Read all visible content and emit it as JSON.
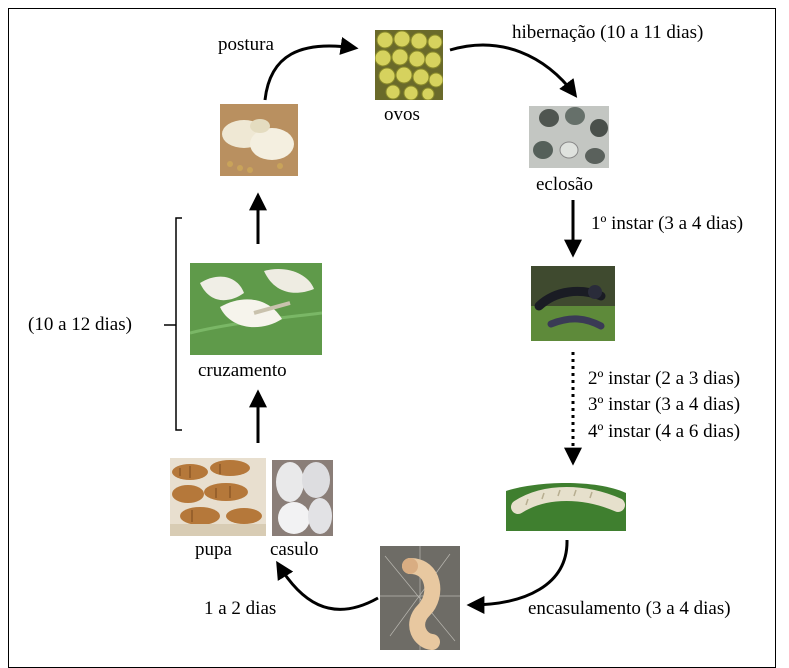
{
  "labels": {
    "postura": "postura",
    "ovos": "ovos",
    "hibernacao": "hibernação (10 a 11 dias)",
    "eclosao": "eclosão",
    "instar1": "1º instar (3 a 4 dias)",
    "instar2": "2º instar (2 a 3 dias)",
    "instar3": "3º instar (3 a 4 dias)",
    "instar4": "4º instar (4 a 6 dias)",
    "encasulamento": "encasulamento (3 a 4 dias)",
    "um_a_dois_dias": "1 a 2 dias",
    "pupa": "pupa",
    "casulo": "casulo",
    "cruzamento": "cruzamento",
    "dez_a_doze_dias": "(10 a 12 dias)"
  },
  "colors": {
    "line": "#000000",
    "egg_yellow": "#c9c64a",
    "moth_white": "#ece8dc",
    "leaf_green": "#4e8a3a",
    "pupa_brown": "#b5783a",
    "cocoon_white": "#e9e9ea"
  }
}
